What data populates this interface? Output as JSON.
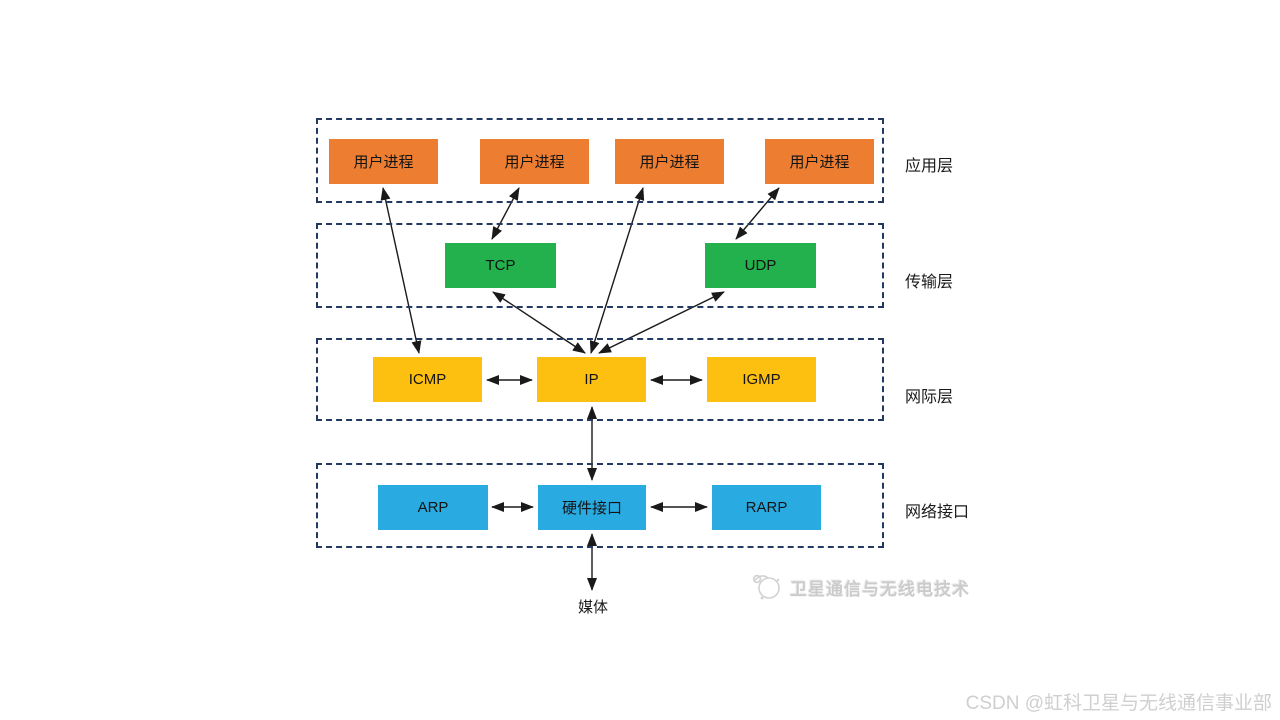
{
  "diagram": {
    "layers": [
      {
        "id": "application",
        "label": "应用层",
        "color": "#ED7D31",
        "boxes": [
          {
            "label": "用户进程"
          },
          {
            "label": "用户进程"
          },
          {
            "label": "用户进程"
          },
          {
            "label": "用户进程"
          }
        ]
      },
      {
        "id": "transport",
        "label": "传输层",
        "color": "#22B14C",
        "boxes": [
          {
            "label": "TCP"
          },
          {
            "label": "UDP"
          }
        ]
      },
      {
        "id": "internet",
        "label": "网际层",
        "color": "#FDC011",
        "boxes": [
          {
            "label": "ICMP"
          },
          {
            "label": "IP"
          },
          {
            "label": "IGMP"
          }
        ]
      },
      {
        "id": "network_interface",
        "label": "网络接口",
        "color": "#29ABE2",
        "boxes": [
          {
            "label": "ARP"
          },
          {
            "label": "硬件接口"
          },
          {
            "label": "RARP"
          }
        ]
      }
    ],
    "media_label": "媒体",
    "frame_border_color": "#223a63",
    "arrow_color": "#1a1a1a",
    "watermark": {
      "icon": "globe-sketch-icon",
      "text": "卫星通信与无线电技术",
      "color": "#cbcbcb"
    },
    "credit": {
      "text": "CSDN @虹科卫星与无线通信事业部",
      "color": "#cfcfcf"
    }
  }
}
